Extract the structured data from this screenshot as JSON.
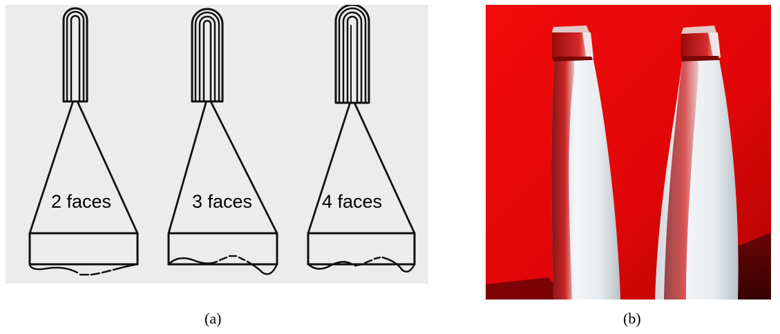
{
  "panel_a": {
    "labels": [
      "2 faces",
      "3 faces",
      "4 faces"
    ],
    "caption": "(a)"
  },
  "panel_b": {
    "caption": "(b)",
    "background_color": "#e8070a",
    "object_color": "#eef1f4"
  }
}
